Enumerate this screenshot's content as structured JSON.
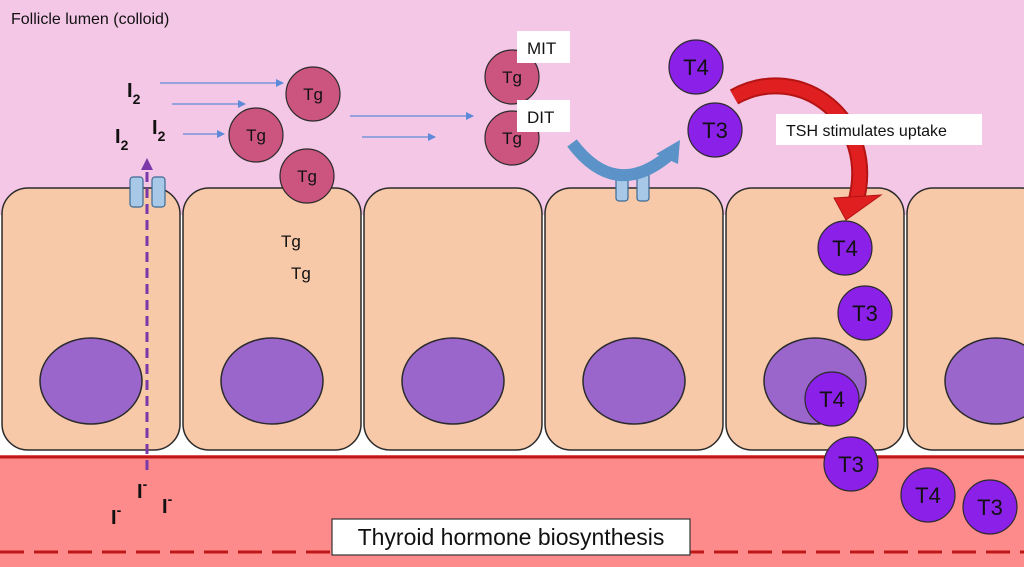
{
  "title": "Thyroid hormone biosynthesis",
  "lumen_label": "Follicle lumen (colloid)",
  "iodine": {
    "symbol": "I",
    "subscript": "2"
  },
  "iodide": {
    "symbol": "I",
    "superscript": "-"
  },
  "thyroglobulin": "Tg",
  "mit": "MIT",
  "dit": "DIT",
  "t4": "T4",
  "t3": "T3",
  "tsh_label": "TSH stimulates uptake",
  "colors": {
    "colloid": "#f4c7e6",
    "cell": "#f7c9a8",
    "nucleus": "#9b66cc",
    "blood": "#fe8b8b",
    "blood_border": "#c01818",
    "thyroglobulin": "#cc5580",
    "hormone": "#8b20e8",
    "transporter": "#a8c8e8",
    "tsh_arrow": "#e02020",
    "export_arrow": "#5b93c8",
    "iodide_path": "#7a38a8"
  }
}
